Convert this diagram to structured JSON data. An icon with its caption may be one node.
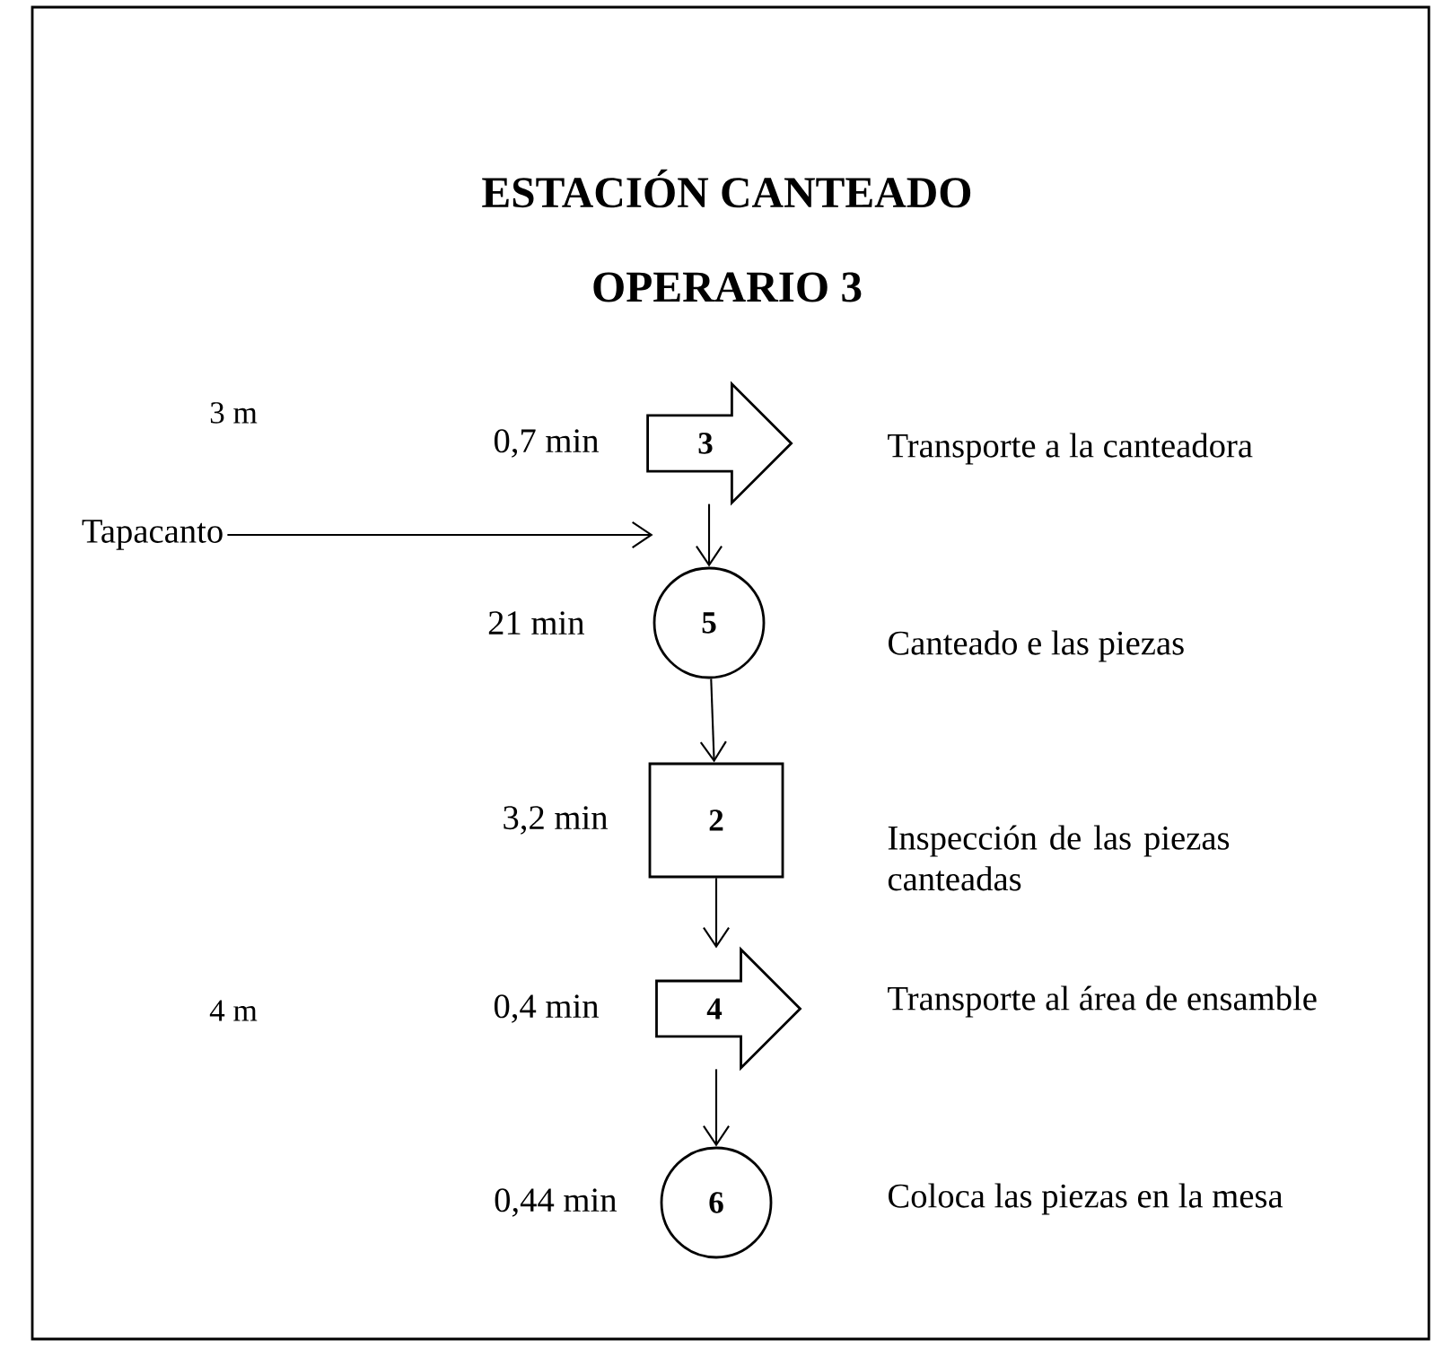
{
  "diagram": {
    "title": "ESTACIÓN CANTEADO",
    "nodes": [
      {
        "text": [
          "3"
        ],
        "beside": [
          "0,7 min",
          "Transporte a la canteadora"
        ]
      },
      {
        "text": [
          "5"
        ],
        "beside": [
          "21 min",
          "Canteado e las piezas"
        ]
      },
      {
        "text": [
          "2"
        ],
        "beside": [
          "3,2 min",
          "Inspección de las piezas canteadas"
        ]
      },
      {
        "text": [
          "4"
        ],
        "beside": [
          "0,4 min",
          "Transporte al área de ensamble"
        ]
      },
      {
        "text": [
          "6"
        ],
        "beside": [
          "0,44 min",
          "Coloca las piezas en la mesa"
        ]
      },
      {
        "text": [
          "Tapacanto"
        ]
      }
    ],
    "edges": [
      {
        "from": 0,
        "to": 1,
        "arrow": "to"
      },
      {
        "from": 5,
        "to": 1,
        "arrow": "to"
      },
      {
        "from": 1,
        "to": 2,
        "arrow": "to"
      },
      {
        "from": 2,
        "to": 3,
        "arrow": "to"
      },
      {
        "from": 3,
        "to": 4,
        "arrow": "to"
      }
    ],
    "labels": [
      "OPERARIO 3",
      "3 m",
      "4 m"
    ]
  }
}
